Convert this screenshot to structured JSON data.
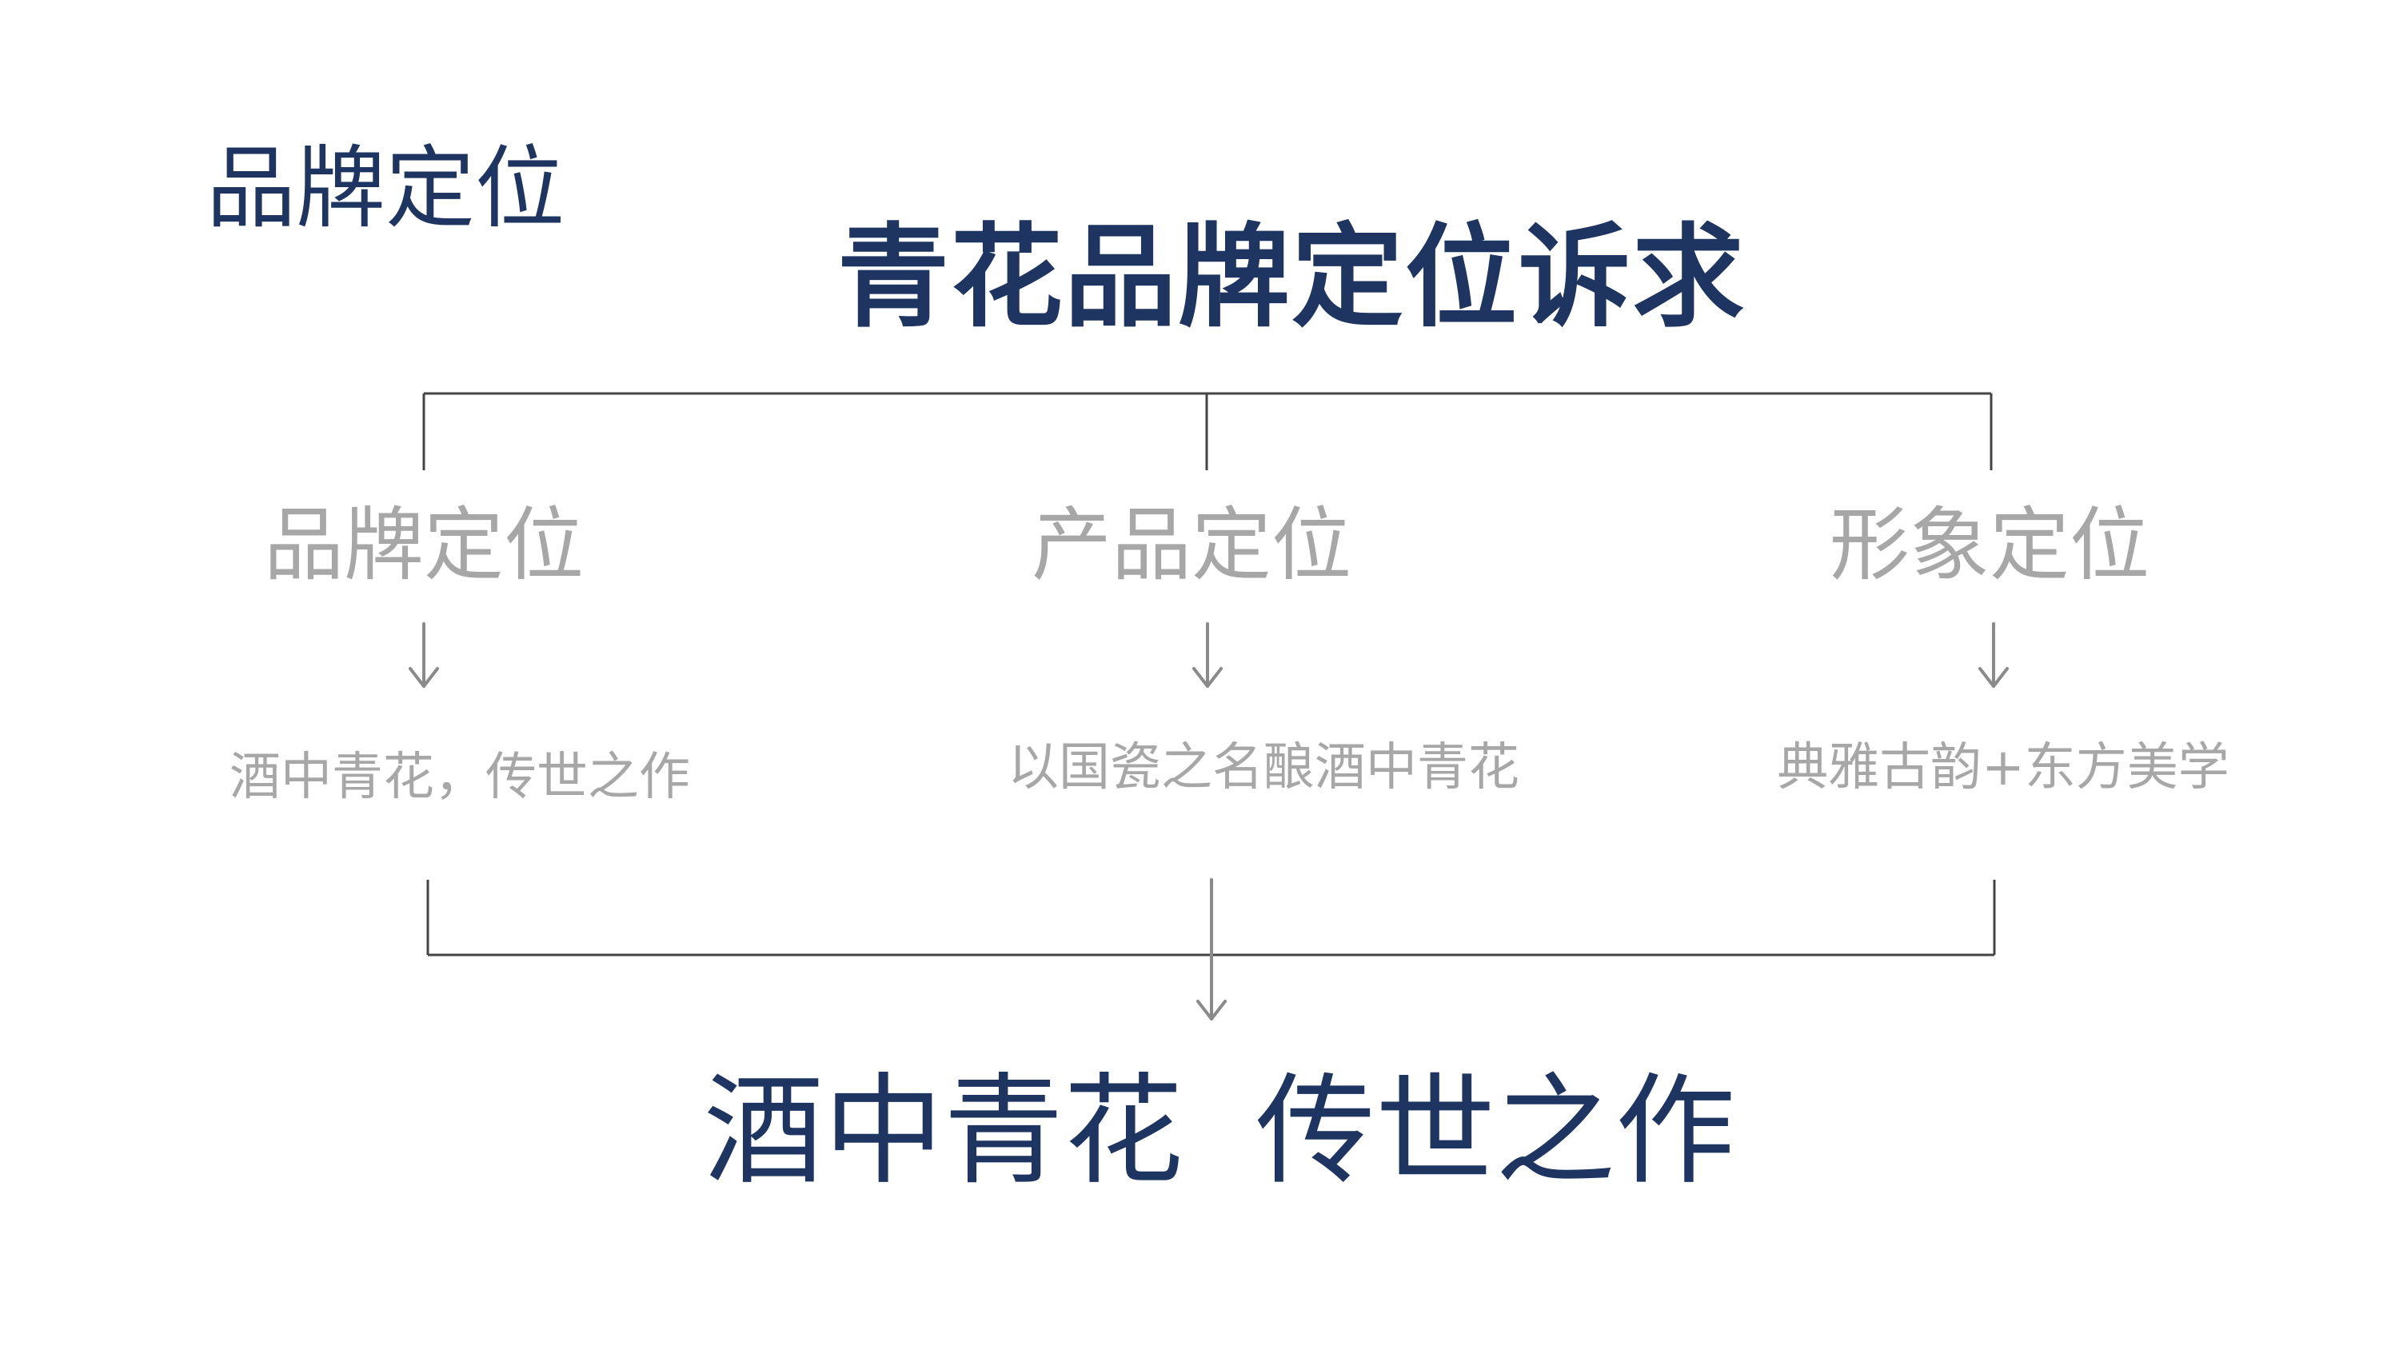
{
  "corner_title": "品牌定位",
  "main_title": "青花品牌定位诉求",
  "categories": [
    {
      "label": "品牌定位",
      "description": "酒中青花，传世之作"
    },
    {
      "label": "产品定位",
      "description": "以国瓷之名酿酒中青花"
    },
    {
      "label": "形象定位",
      "description": "典雅古韵+东方美学"
    }
  ],
  "conclusion": {
    "part1": "酒中青花",
    "part2": "传世之作"
  },
  "colors": {
    "primary_navy": "#1e3461",
    "secondary_gray": "#a7a7a7",
    "line_dark": "#444444",
    "arrow_gray": "#8a8a8a"
  }
}
